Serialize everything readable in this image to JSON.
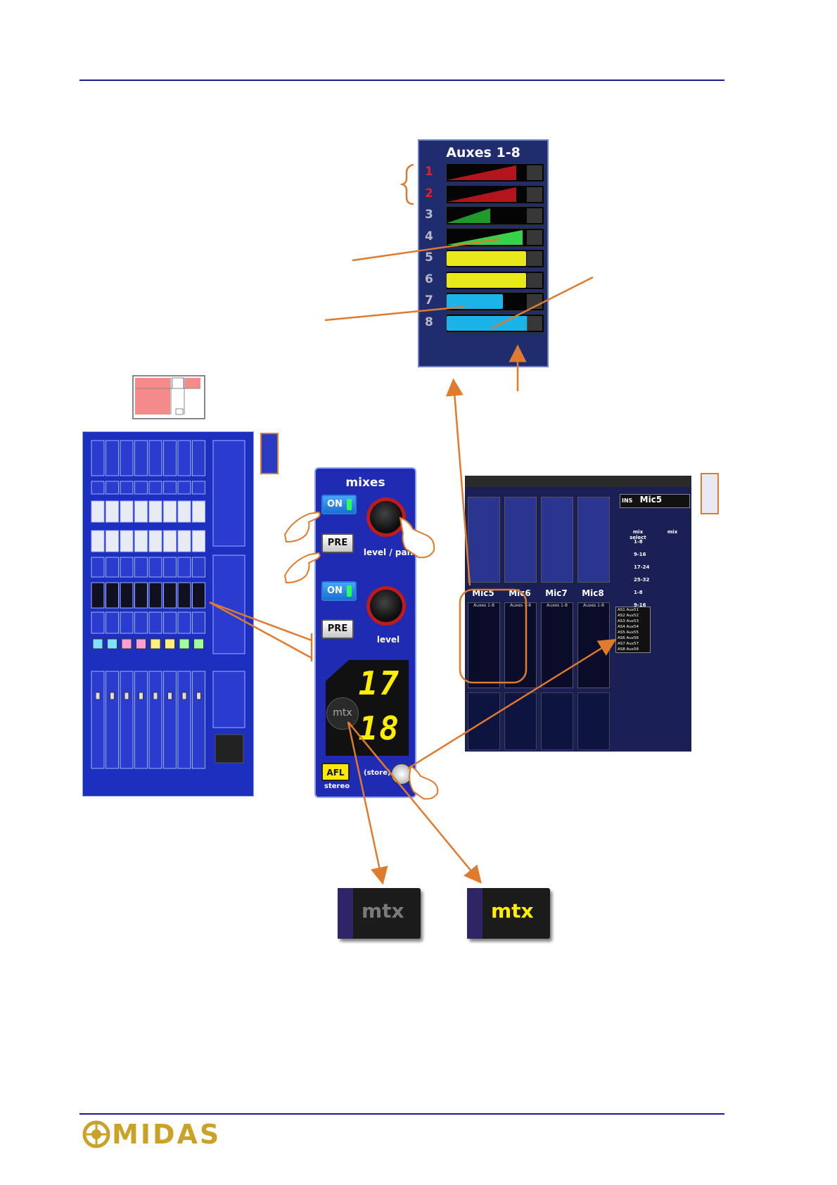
{
  "aux_panel": {
    "title": "Auxes 1-8",
    "rows": [
      {
        "num": "1",
        "num_color": "#e0202a",
        "style": "triangle",
        "color": "#b4141c",
        "level": 0.72
      },
      {
        "num": "2",
        "num_color": "#e0202a",
        "style": "triangle",
        "color": "#b4141c",
        "level": 0.72
      },
      {
        "num": "3",
        "num_color": "#b8b8c8",
        "style": "triangle",
        "color": "#1f9a2a",
        "level": 0.45
      },
      {
        "num": "4",
        "num_color": "#b8b8c8",
        "style": "triangle",
        "color": "#35d24a",
        "level": 0.78
      },
      {
        "num": "5",
        "num_color": "#b8b8c8",
        "style": "bar",
        "color": "#e8e81a",
        "level": 0.82
      },
      {
        "num": "6",
        "num_color": "#b8b8c8",
        "style": "bar",
        "color": "#e8e81a",
        "level": 0.82
      },
      {
        "num": "7",
        "num_color": "#b8b8c8",
        "style": "bar",
        "color": "#1ab4e8",
        "level": 0.58
      },
      {
        "num": "8",
        "num_color": "#b8b8c8",
        "style": "bar",
        "color": "#1ab4e8",
        "level": 0.83
      }
    ]
  },
  "mixes_strip": {
    "title": "mixes",
    "on_label": "ON",
    "pre_label": "PRE",
    "knob1_label": "level / pan",
    "knob2_label": "level",
    "display_top": "17",
    "display_bottom": "18",
    "mtx_label": "mtx",
    "afl_label": "AFL",
    "stereo_label": "stereo",
    "store_label": "(store)"
  },
  "mtx_states": [
    {
      "label": "mtx",
      "text_color": "#7a7a7a"
    },
    {
      "label": "mtx",
      "text_color": "#ffee00"
    }
  ],
  "gui": {
    "ins_label": "INS",
    "channel_name": "Mic5",
    "channels": [
      "Mic5",
      "Mic6",
      "Mic7",
      "Mic8"
    ],
    "mix_select_title": "mix select",
    "mix_title": "mix",
    "mix_ranges": [
      "1-8",
      "9-16",
      "17-24",
      "25-32",
      "1-8",
      "9-16"
    ],
    "aux_list": [
      "AS1 Aux51",
      "AS2 Aux52",
      "AS3 Aux53",
      "AS4 Aux54",
      "AS5 Aux55",
      "AS6 Aux56",
      "AS7 Aux57",
      "AS8 Aux58"
    ],
    "strip_title": "Auxes 1-8"
  },
  "colors": {
    "accent_orange": "#e07a2d",
    "brand_blue": "#1a1a8c",
    "logo_gold": "#c9a227"
  },
  "logo_text": "MIDAS"
}
